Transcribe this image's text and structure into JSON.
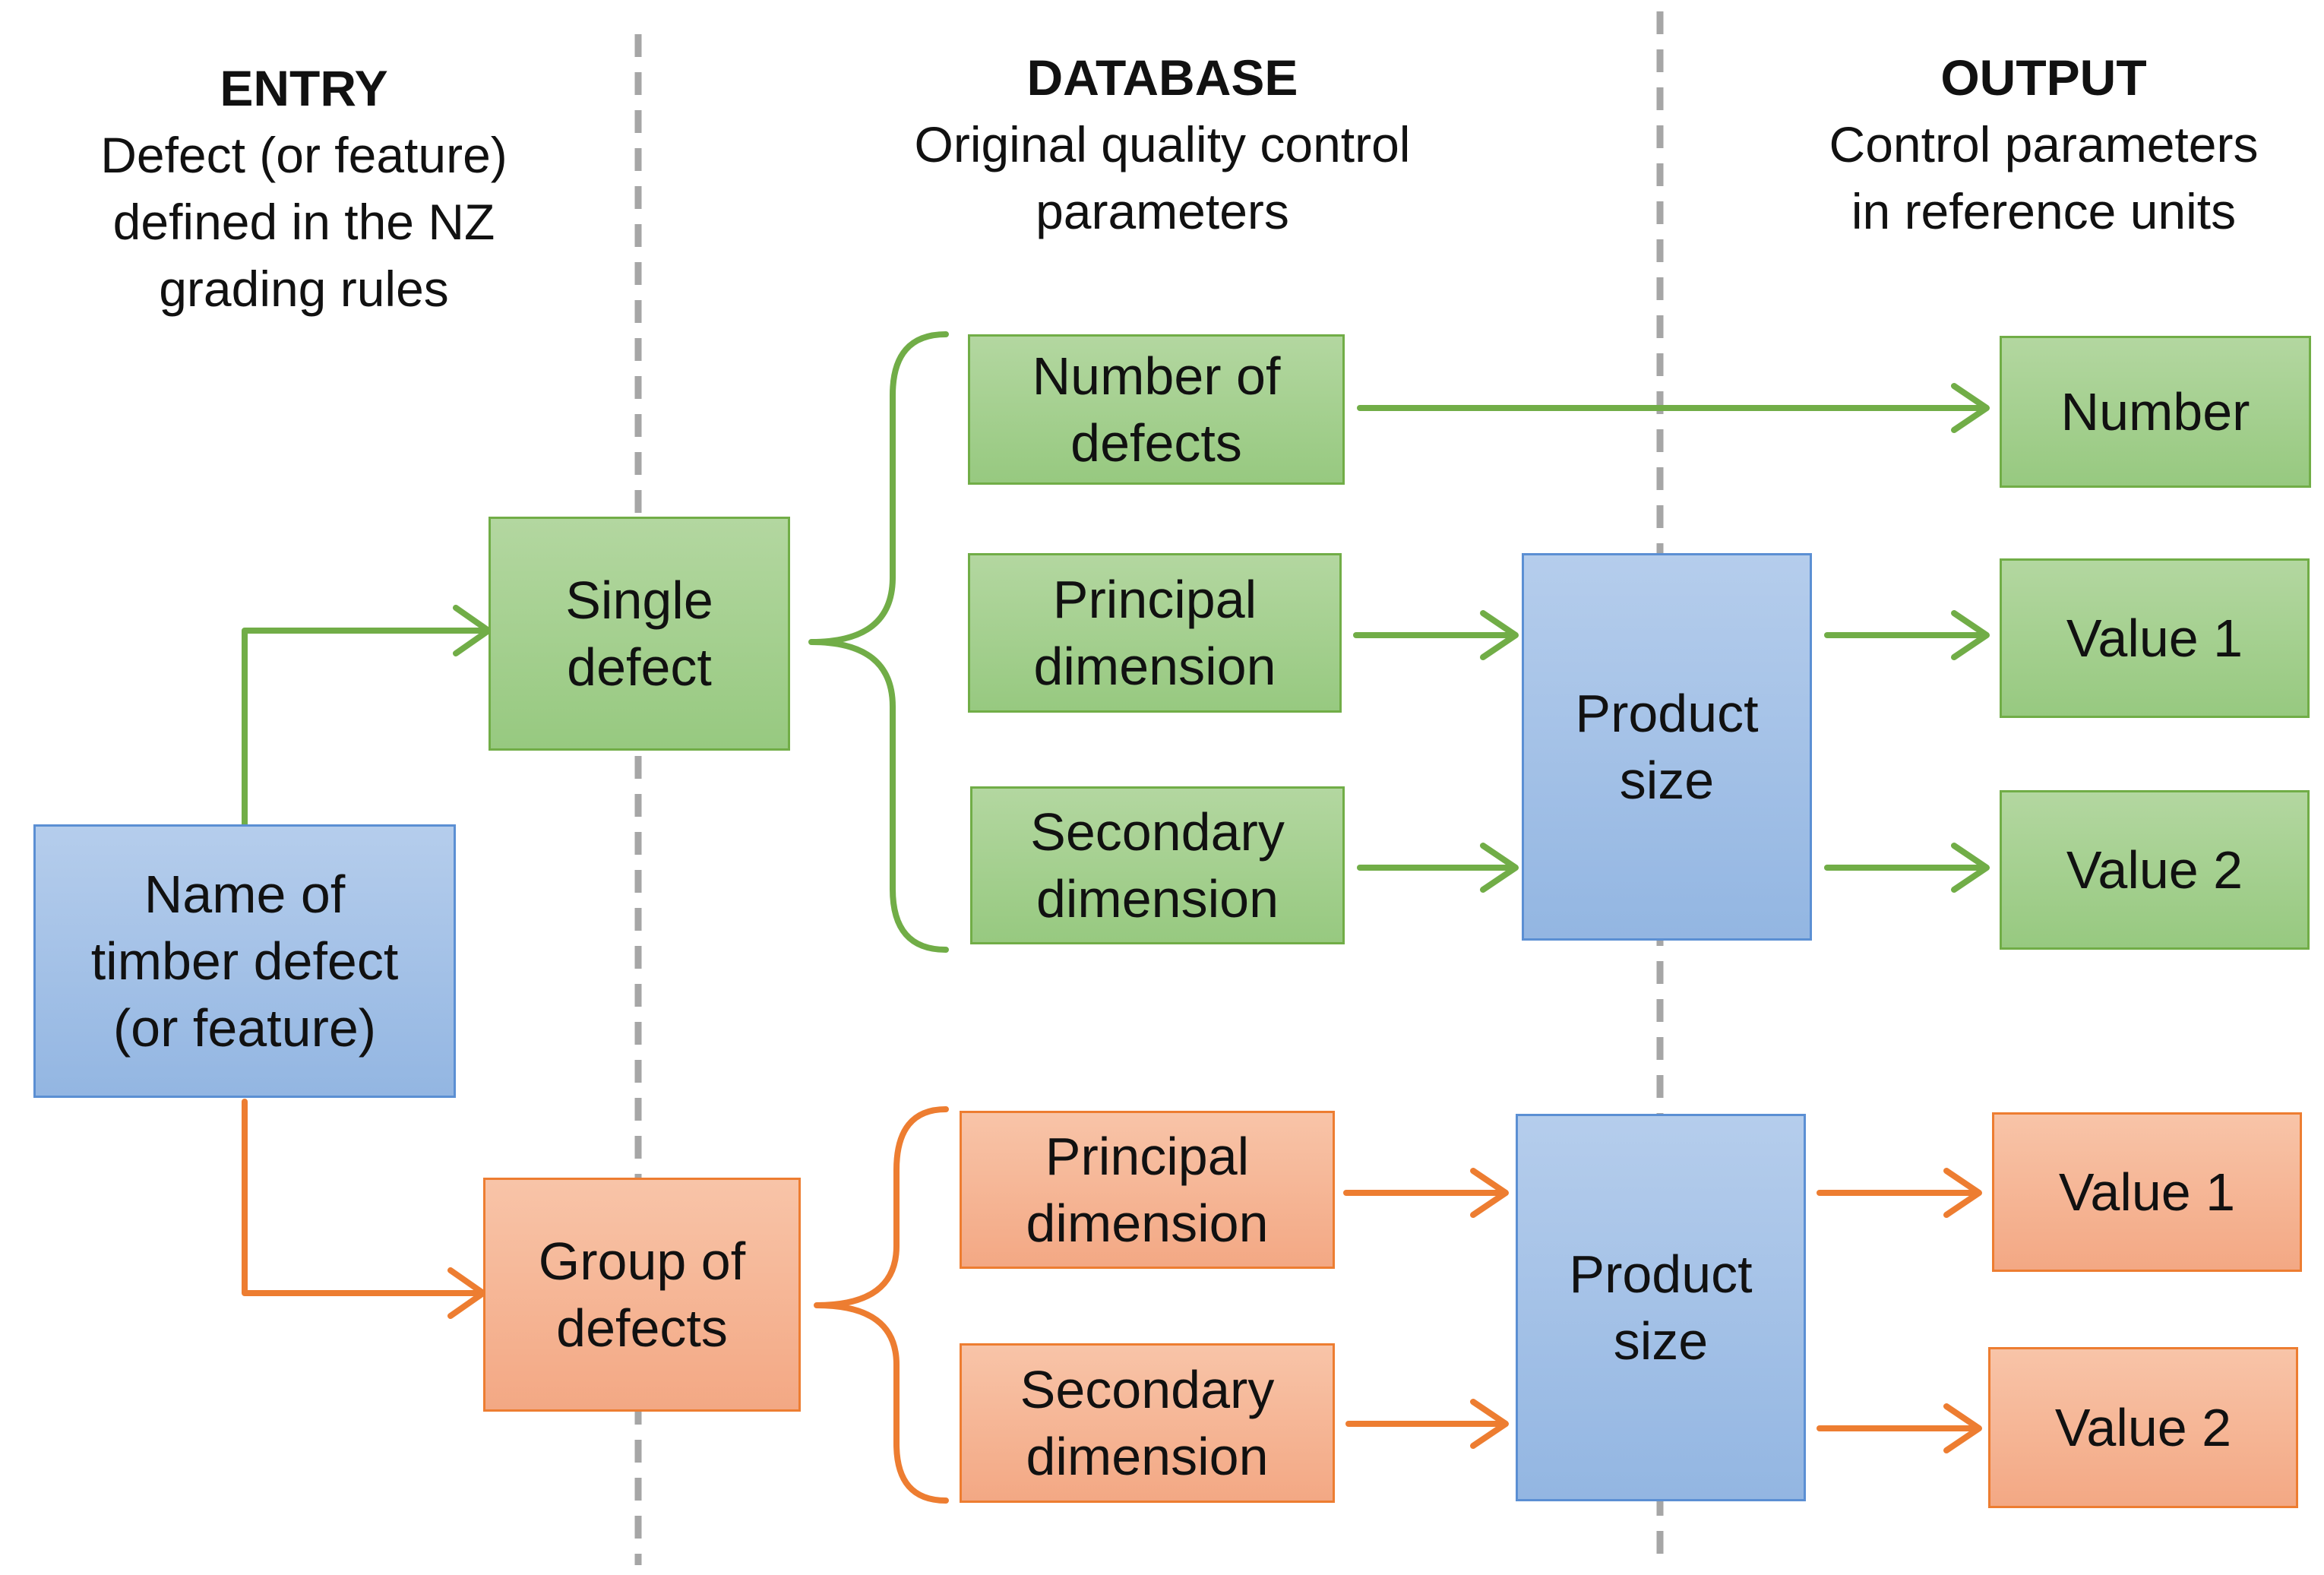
{
  "headers": {
    "entry": {
      "title": "ENTRY",
      "subtitle": [
        "Defect (or feature)",
        "defined in the NZ",
        "grading rules"
      ]
    },
    "database": {
      "title": "DATABASE",
      "subtitle": [
        "Original quality control",
        "parameters"
      ]
    },
    "output": {
      "title": "OUTPUT",
      "subtitle": [
        "Control parameters",
        "in reference units"
      ]
    }
  },
  "nodes": {
    "name_of_defect": [
      "Name of",
      "timber defect",
      "(or feature)"
    ],
    "single_defect": [
      "Single",
      "defect"
    ],
    "group_of_defects": [
      "Group of",
      "defects"
    ],
    "number_of_defects": [
      "Number of",
      "defects"
    ],
    "single_principal": [
      "Principal",
      "dimension"
    ],
    "single_secondary": [
      "Secondary",
      "dimension"
    ],
    "group_principal": [
      "Principal",
      "dimension"
    ],
    "group_secondary": [
      "Secondary",
      "dimension"
    ],
    "product_size_single": [
      "Product",
      "size"
    ],
    "product_size_group": [
      "Product",
      "size"
    ],
    "out_number": [
      "Number"
    ],
    "out_single_value1": [
      "Value 1"
    ],
    "out_single_value2": [
      "Value 2"
    ],
    "out_group_value1": [
      "Value 1"
    ],
    "out_group_value2": [
      "Value 2"
    ]
  },
  "colors": {
    "green_path": "#71ad47",
    "orange_path": "#ed7d31",
    "blue_node": "#5b8fd3",
    "divider": "#a6a6a6"
  }
}
